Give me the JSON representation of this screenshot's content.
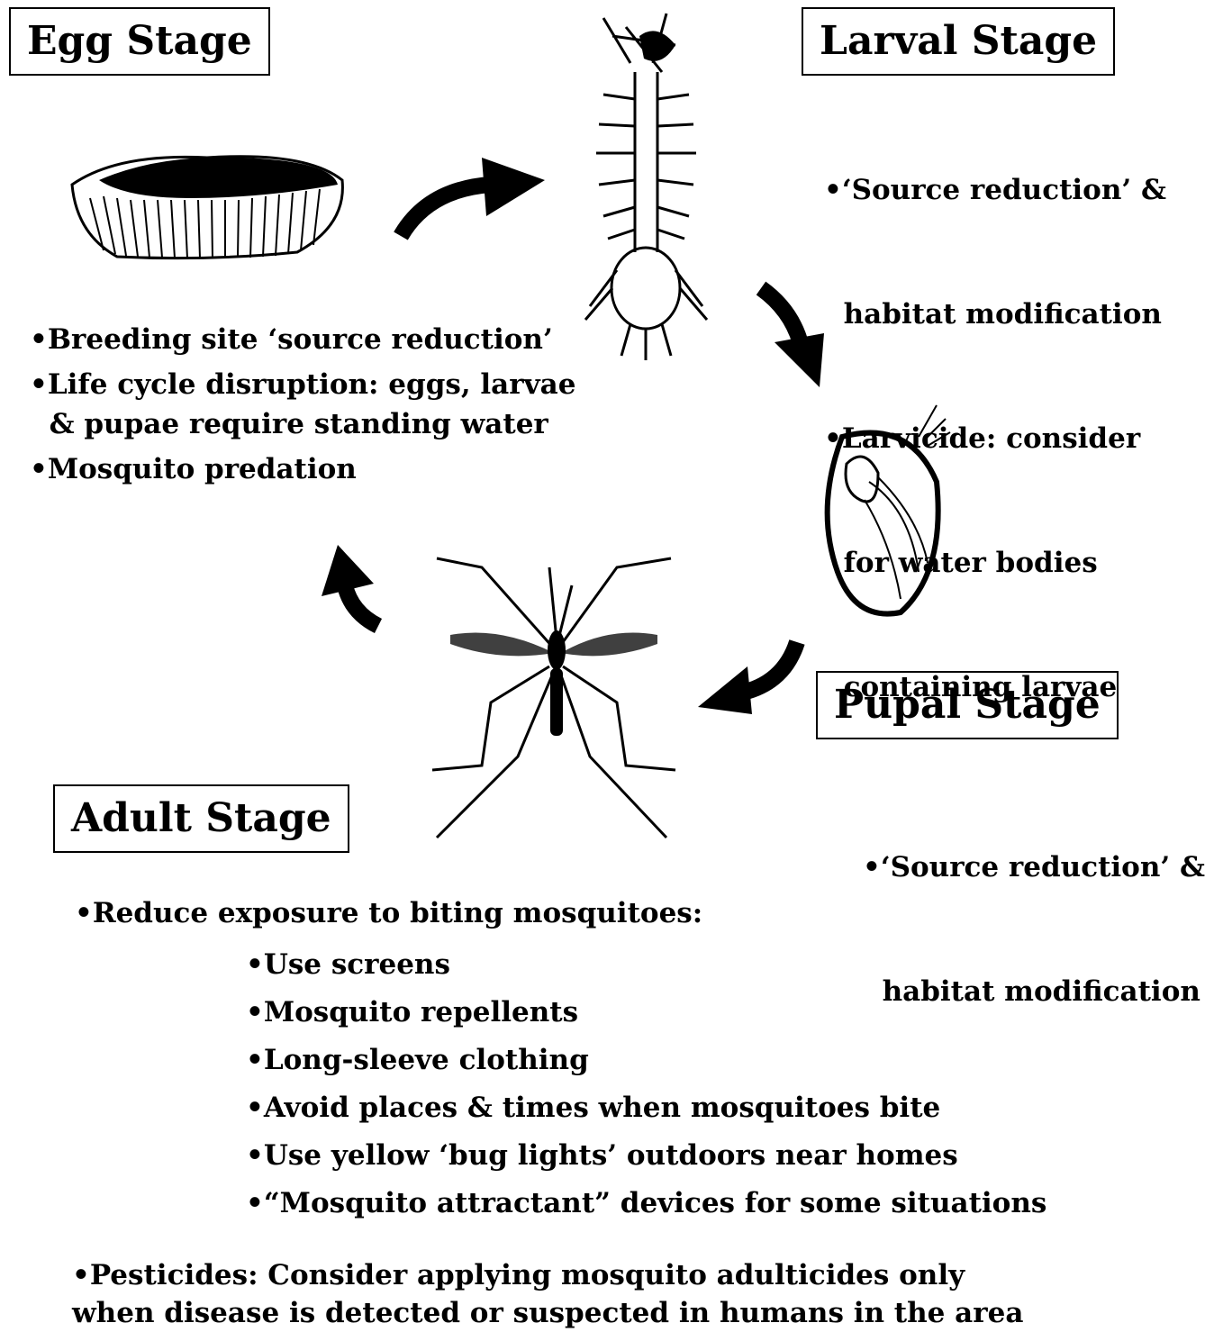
{
  "stages": {
    "egg": {
      "title": "Egg Stage",
      "bullets": [
        "•Breeding site ‘source reduction’",
        "•Life cycle disruption: eggs, larvae",
        "  & pupae require standing water",
        "•Mosquito predation"
      ]
    },
    "larval": {
      "title": "Larval Stage",
      "bullets": [
        "•‘Source reduction’ &",
        "  habitat modification",
        "•Larvicide: consider",
        "  for water bodies",
        "  containing larvae"
      ]
    },
    "pupal": {
      "title": "Pupal Stage",
      "bullets": [
        "•‘Source reduction’ &",
        "  habitat modification"
      ]
    },
    "adult": {
      "title": "Adult Stage",
      "intro": "•Reduce exposure to biting mosquitoes:",
      "subitems": [
        "•Use screens",
        "•Mosquito repellents",
        "•Long-sleeve clothing",
        "•Avoid places & times when mosquitoes bite",
        "•Use yellow ‘bug lights’ outdoors near homes",
        "•“Mosquito attractant” devices for some situations"
      ],
      "pesticide": [
        "•Pesticides: Consider applying mosquito adulticides only",
        "when disease is detected or suspected in humans in the area"
      ]
    }
  },
  "colors": {
    "ink": "#000000",
    "background": "#ffffff"
  }
}
